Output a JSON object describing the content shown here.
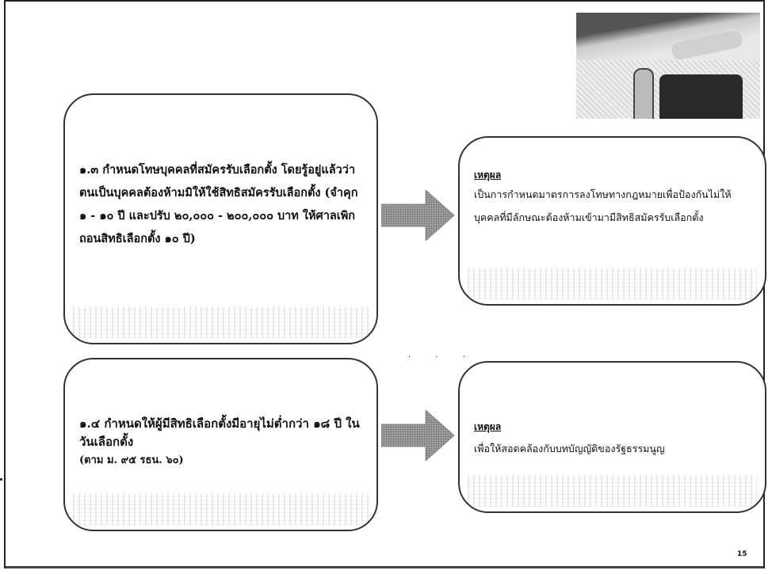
{
  "box1": {
    "text": "๑.๓ กำหนดโทษบุคคลที่สมัครรับเลือกตั้ง โดยรู้อยู่แล้วว่าตนเป็นบุคคลต้องห้ามมิให้ใช้สิทธิสมัครรับเลือกตั้ง (จำคุก ๑ - ๑๐ ปี และปรับ ๒๐,๐๐๐ - ๒๐๐,๐๐๐ บาท ให้ศาลเพิกถอนสิทธิเลือกตั้ง ๑๐ ปี)"
  },
  "box2": {
    "label": "เหตุผล",
    "text": "เป็นการกำหนดมาตรการลงโทษทางกฎหมายเพื่อป้องกันไม่ให้บุคคลที่มีลักษณะต้องห้ามเข้ามามีสิทธิสมัครรับเลือกตั้ง"
  },
  "box3": {
    "text": "๑.๔ กำหนดให้ผู้มีสิทธิเลือกตั้งมีอายุไม่ต่ำกว่า ๑๘ ปี ในวันเลือกตั้ง",
    "sub": "(ตาม ม. ๙๕ รธน. ๖๐)"
  },
  "box4": {
    "label": "เหตุผล",
    "text": "เพื่อให้สอดคล้องกับบทบัญญัติของรัฐธรรมนูญ"
  },
  "page_number": "15",
  "colors": {
    "border": "#333333",
    "arrow": "#7a7a7a"
  }
}
